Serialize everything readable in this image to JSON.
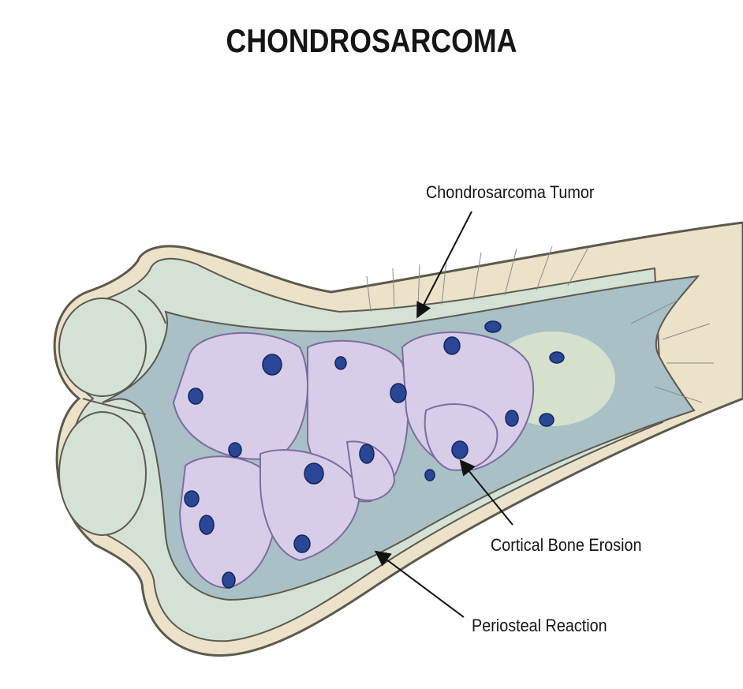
{
  "title": "CHONDROSARCOMA",
  "labels": {
    "tumor": "Chondrosarcoma Tumor",
    "erosion": "Cortical Bone Erosion",
    "periosteal": "Periosteal Reaction"
  },
  "colors": {
    "bone": "#ebe2c9",
    "bone_outline": "#5e594e",
    "cancellous": "#d4e2d6",
    "medulla": "#a8c0c6",
    "tumor": "#d8cde9",
    "tumor_outline": "#7d6d9f",
    "nucleus": "#2a4696"
  }
}
